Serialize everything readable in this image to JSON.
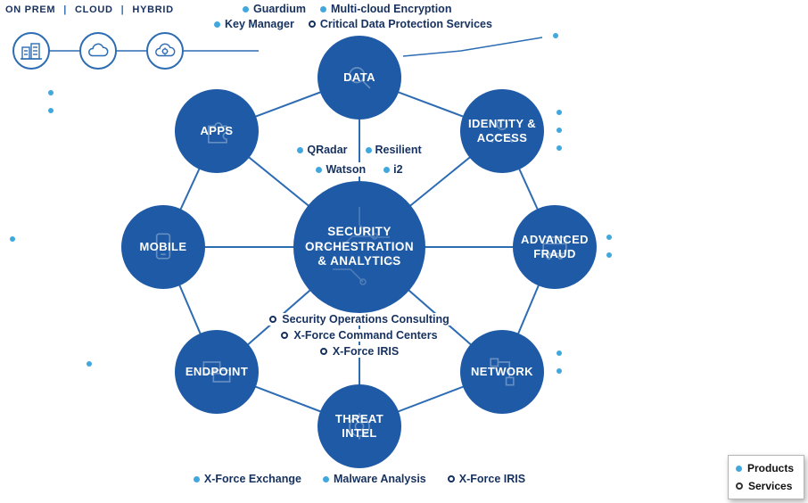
{
  "colors": {
    "node_blue": "#1e5aa5",
    "line_blue": "#2d6cb3",
    "accent_blue": "#41a8dd",
    "text_navy": "#16315f",
    "background": "#ffffff"
  },
  "env_bar": {
    "items": [
      "ON PREM",
      "CLOUD",
      "HYBRID"
    ],
    "separator": "|"
  },
  "annotations": {
    "guardium": "Guardium",
    "multicloud": "Multi-cloud Encryption",
    "key_manager": "Key Manager",
    "critical": "Critical Data Protection Services"
  },
  "nodes": {
    "data": "DATA",
    "apps": "APPS",
    "identity": "IDENTITY & ACCESS",
    "mobile": "MOBILE",
    "fraud": "ADVANCED FRAUD",
    "endpoint": "ENDPOINT",
    "network": "NETWORK",
    "threat": "THREAT INTEL"
  },
  "hub": {
    "label": "SECURITY ORCHESTRATION & ANALYTICS",
    "products": [
      "QRadar",
      "Resilient",
      "Watson",
      "i2"
    ],
    "services": [
      "Security Operations Consulting",
      "X-Force Command Centers",
      "X-Force IRIS"
    ]
  },
  "bottom": {
    "exchange": "X-Force Exchange",
    "malware": "Malware Analysis",
    "iris": "X-Force IRIS"
  },
  "legend": {
    "products": "Products",
    "services": "Services"
  }
}
